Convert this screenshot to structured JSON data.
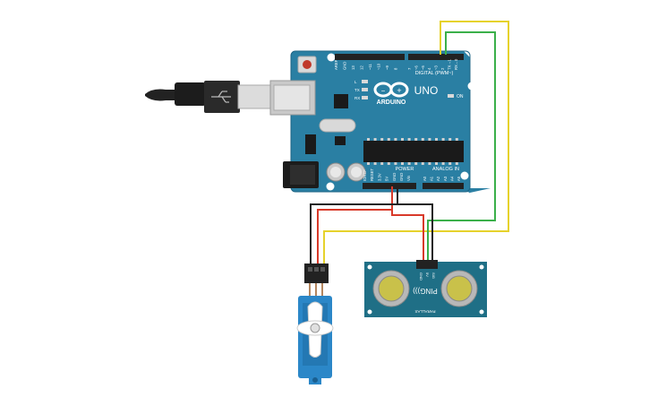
{
  "arduino": {
    "logo_text": "ARDUINO",
    "model_text": "UNO",
    "digital_header_label": "DIGITAL (PWM~)",
    "power_label": "POWER",
    "analog_label": "ANALOG IN",
    "digital_pins": [
      "AREF",
      "GND",
      "13",
      "12",
      "~11",
      "~10",
      "~9",
      "8",
      "7",
      "~6",
      "~5",
      "4",
      "~3",
      "2",
      "TX→1",
      "RX←0"
    ],
    "power_pins": [
      "IOREF",
      "RESET",
      "3.3V",
      "5V",
      "GND",
      "GND",
      "Vin"
    ],
    "analog_pins": [
      "A0",
      "A1",
      "A2",
      "A3",
      "A4",
      "A5"
    ],
    "led_labels": [
      "L",
      "TX",
      "RX"
    ],
    "on_label": "ON",
    "colors": {
      "board": "#2a7fa3",
      "board_edge": "#1f6585",
      "header": "#222222",
      "chip": "#1a1a1a",
      "silk": "#ffffff"
    }
  },
  "sensor": {
    "name_text": "PING)))",
    "brand_text": "PARALLAX",
    "pin_labels": [
      "GND",
      "5V",
      "SIG"
    ],
    "colors": {
      "board": "#1f6f86",
      "transducer_ring": "#b8b8b8",
      "transducer_inner": "#c9c14a"
    }
  },
  "servo": {
    "colors": {
      "body": "#2b87c8",
      "horn": "#ffffff",
      "connector": "#222222"
    }
  },
  "usb_cable": {
    "colors": {
      "cable": "#222222",
      "plug": "#dcdcdc"
    }
  },
  "wires": {
    "colors": {
      "yellow": "#e6d22c",
      "green": "#3bb04a",
      "red": "#d83a2a",
      "black": "#222222"
    }
  }
}
